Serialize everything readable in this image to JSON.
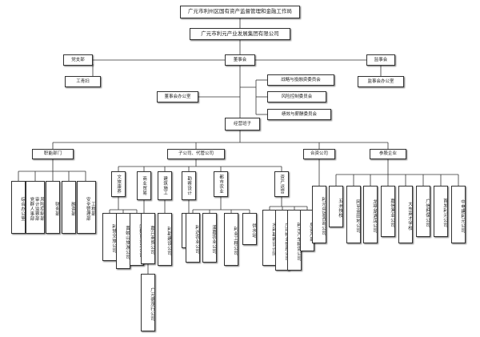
{
  "top": {
    "supervisor": "广元市利州区国有资产监督管理和金融工作局",
    "group": "广元市利元产业发展集团有限公司"
  },
  "governance": {
    "party": "党支部",
    "union": "工青妇",
    "board": "董事会",
    "supervisory": "监事会",
    "supervisory_office": "监事会办公室",
    "board_office": "董事会办公室",
    "committees": [
      "战略与投融资委员会",
      "风险控制委员会",
      "绩效与薪酬委员会"
    ],
    "management": "经营班子"
  },
  "branches": {
    "functional": "职能部门",
    "subsidiaries": "子公司、代管公司",
    "joint_venture": "合资公司",
    "invested": "参股企业"
  },
  "functional_depts": [
    "综合办公室",
    "风险控制部\n审计监察部\n党群人事部",
    "财务部",
    "融资部",
    "工程部\n安全管理部"
  ],
  "sub_divisions": [
    "文旅康养",
    "商业贸易",
    "建筑施工",
    "勘察设计",
    "都市农业",
    "资产运营"
  ],
  "sub_companies": {
    "wenlv": [
      "利慧文旅公司",
      "黄蛟山旅游公司",
      "区数育开发公司"
    ],
    "trade": [
      "嘉兴商贸公司"
    ],
    "trade_extra": "广元德茂行公司",
    "build": [
      "利勘建设公司"
    ],
    "survey": [
      "设计院"
    ],
    "agri": [
      "利达农业公司",
      "溪嘉农业公司",
      "利业工程公司",
      "供水站"
    ],
    "asset": [
      "水利勘察设计队",
      "广环物业管理公司",
      "利元汽车租赁公司",
      "房资产部"
    ]
  },
  "jv_companies": [
    "利元众望咨询公司"
  ],
  "invested_companies": [
    "五洲技校",
    "网至金田地公司",
    "龙亭湖酒店公司",
    "嘉信渔业公司",
    "大东英才学校",
    "广信担保公司",
    "首发利元公司",
    "中电建利元公司"
  ]
}
